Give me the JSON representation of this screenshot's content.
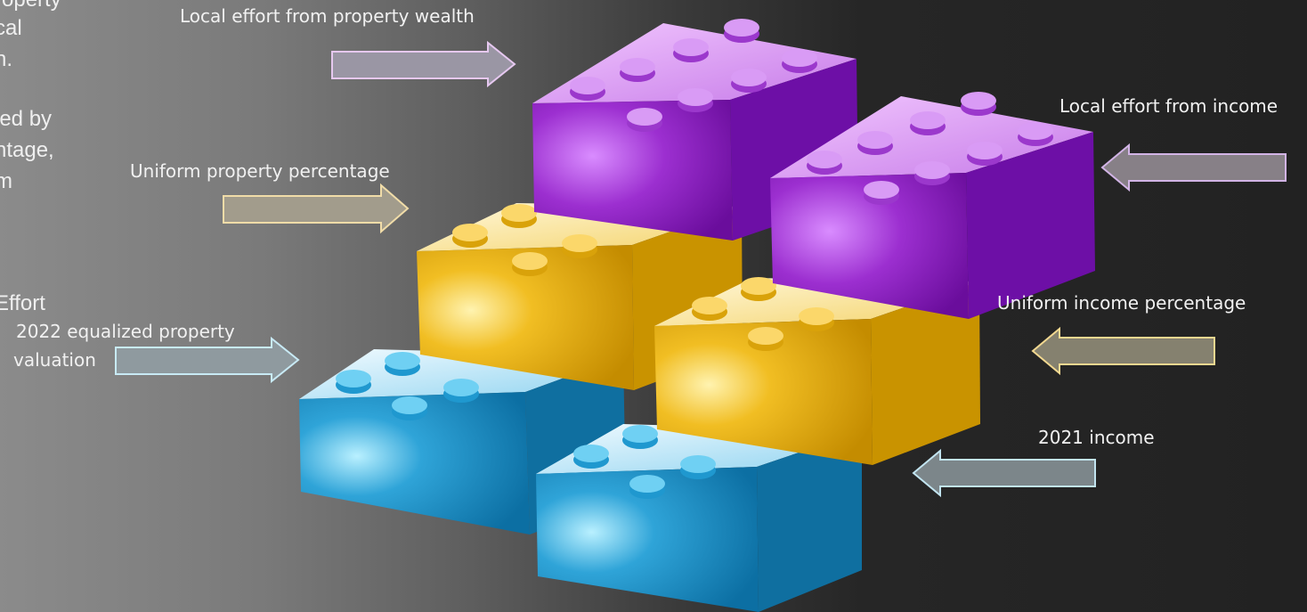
{
  "side_text": {
    "line1": "roperty",
    "line2": "cal",
    "line3": "h.",
    "line4": "ied by",
    "line5": "ntage,",
    "line6": "m",
    "line7": "Effort"
  },
  "labels": {
    "local_effort_property": "Local effort from property wealth",
    "uniform_property_pct": "Uniform property percentage",
    "equalized_valuation_1": "2022 equalized property",
    "equalized_valuation_2": "valuation",
    "local_effort_income": "Local effort from income",
    "uniform_income_pct": "Uniform income percentage",
    "income_2021": "2021 income"
  },
  "colors": {
    "purple": "#8f22c2",
    "gold": "#e3a70a",
    "blue": "#1a8fc4",
    "arrow_fill": "#9a9a9a"
  },
  "icons": [
    "right-arrow-icon",
    "left-arrow-icon",
    "lego-brick-icon"
  ]
}
